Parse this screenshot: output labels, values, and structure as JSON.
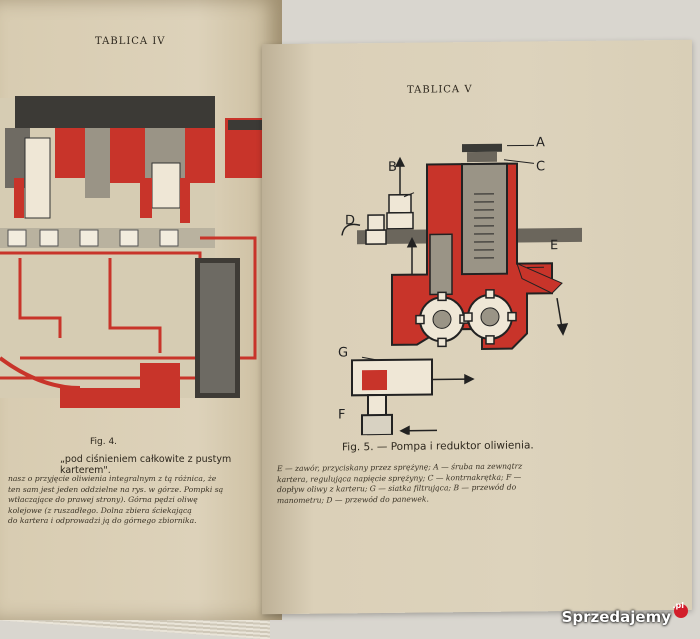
{
  "left_page": {
    "heading": "TABLICA IV",
    "fig_label": "Fig. 4.",
    "caption_fragment": "„pod ciśnieniem całkowite z pustym karterem\".",
    "text_lines": [
      "nasz o przyjęcie oliwienia integralnym z tą różnica, że",
      "ten sam jest jeden oddzielne na rys. w górze. Pompki są",
      "wtłaczające do prawej strony). Górna pędzi oliwę",
      "kolejowe (z ruszadłego. Dolna zbiera ściekającą",
      "do kartera i odprowadzi ją do górnego zbiornika."
    ]
  },
  "right_page": {
    "heading": "TABLICA V",
    "caption": "Fig. 5. — Pompa i reduktor oliwienia.",
    "legend_lines": [
      "E — zawór, przyciskany przez sprężynę; A — śruba na zewnątrz",
      "kartera, regulująca napięcie sprężyny; C — kontrnakrętka; F —",
      "dopływ oliwy z karteru; G — siatka filtrująca; B — przewód do",
      "manometru; D — przewód do panewek."
    ],
    "labels": {
      "A": "A",
      "B": "B",
      "C": "C",
      "D": "D",
      "E": "E",
      "F": "F",
      "G": "G"
    }
  },
  "watermark": {
    "text": "Sprzedajemy",
    "suffix": ".pl"
  },
  "colors": {
    "paper": "#ddd3bc",
    "ink": "#2d271d",
    "diagram_red": "#c8342a",
    "diagram_gray": "#9a9486",
    "brand_red": "#d21e2b"
  }
}
